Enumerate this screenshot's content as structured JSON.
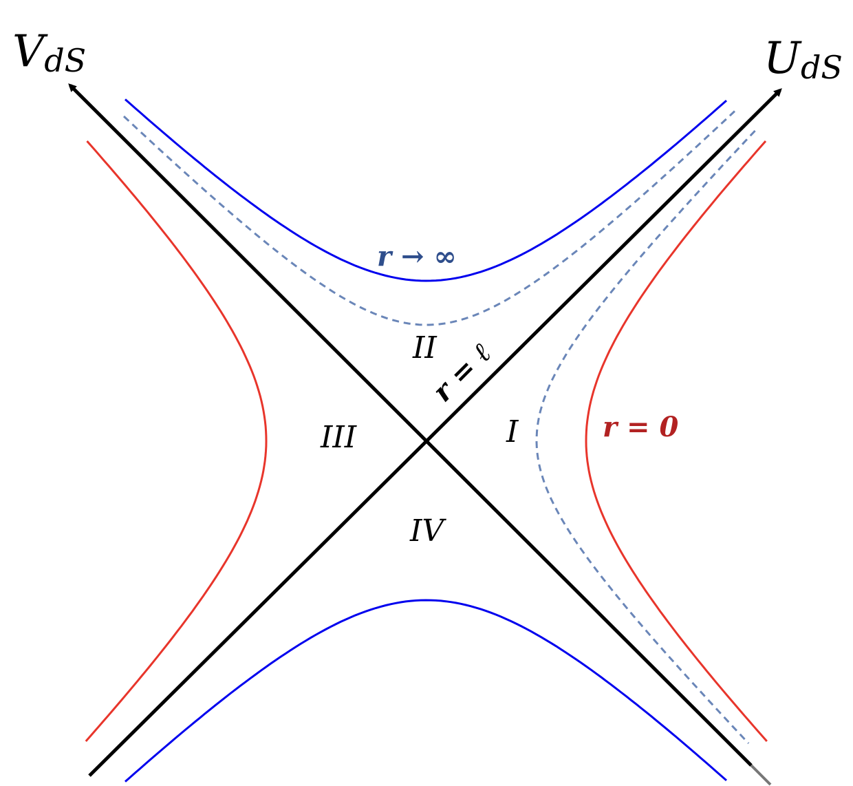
{
  "axes": {
    "v_main": "V",
    "v_sub": "dS",
    "u_main": "U",
    "u_sub": "dS"
  },
  "regions": {
    "r1": "I",
    "r2": "II",
    "r3": "III",
    "r4": "IV"
  },
  "labels": {
    "infinity": "r → ∞",
    "horizon": "r = ℓ",
    "origin": "r = 0"
  },
  "colors": {
    "origin_curve": "#e8352b",
    "infinity_curve": "#0000ee",
    "dashed_curve": "#6a86b8",
    "axes": "#000000",
    "infinity_label": "#2f4e8c",
    "origin_label": "#b22222"
  }
}
